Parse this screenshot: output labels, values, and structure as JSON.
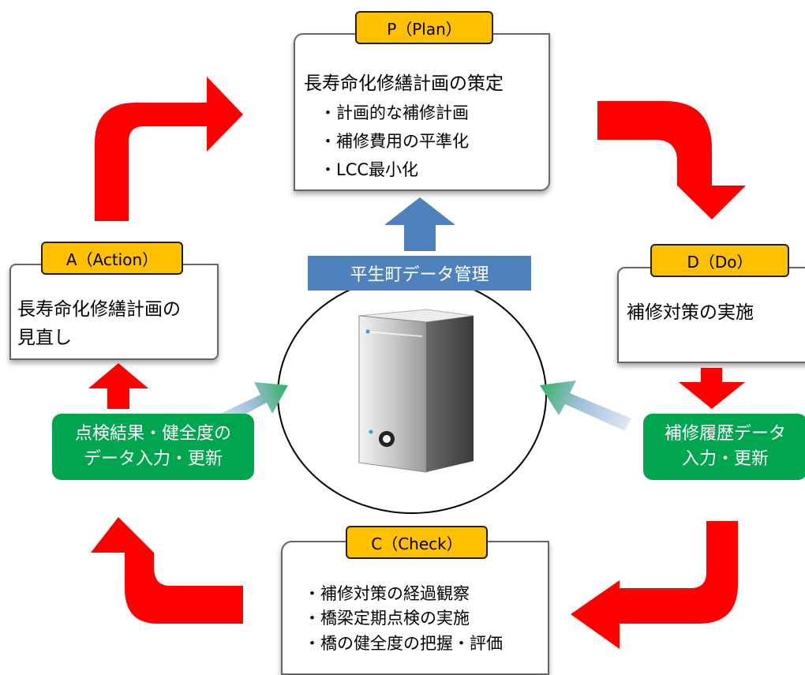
{
  "plan": {
    "tag": "P（Plan）",
    "heading": "長寿命化修繕計画の策定",
    "bullets": [
      "・計画的な補修計画",
      "・補修費用の平準化",
      "・LCC最小化"
    ]
  },
  "action": {
    "tag": "A（Action）",
    "lines": [
      "長寿命化修繕計画の",
      "見直し"
    ]
  },
  "do": {
    "tag": "D（Do）",
    "lines": [
      "補修対策の実施"
    ]
  },
  "check": {
    "tag": "C（Check）",
    "bullets": [
      "・補修対策の経過観察",
      "・橋梁定期点検の実施",
      "・橋の健全度の把握・評価"
    ]
  },
  "center": {
    "label": "平生町データ管理",
    "icon": "server-icon"
  },
  "inputs": {
    "left": [
      "点検結果・健全度の",
      "データ入力・更新"
    ],
    "right": [
      "補修履歴データ",
      "入力・更新"
    ]
  },
  "colors": {
    "cycle_arrow": "#ff0000",
    "plan_arrow": "#4f81bd",
    "label_fill": "#ffc000",
    "input_fill": "#00a550",
    "center_fill": "#4f81bd"
  }
}
